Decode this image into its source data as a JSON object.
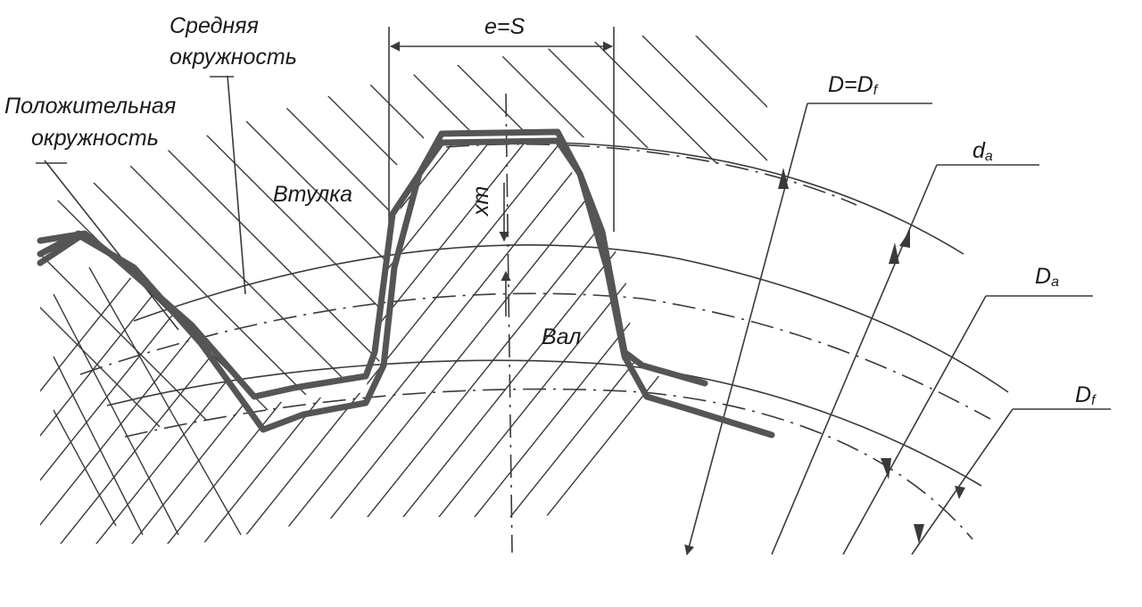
{
  "labels": {
    "mean_circle_line1": "Средняя",
    "mean_circle_line2": "окружность",
    "positive_circle_line1": "Положительная",
    "positive_circle_line2": "окружность",
    "width": "e=S",
    "bushing": "Втулка",
    "shaft": "Вал",
    "shift": "xm",
    "pitch_main": "D=D",
    "pitch_sub": "f",
    "da_main": "d",
    "da_sub": "a",
    "Da_main": "D",
    "Da_sub": "a",
    "Df_main": "D",
    "Df_sub": "f"
  },
  "colors": {
    "ink": "#3a3a3a",
    "profile": "#555555",
    "paper": "#ffffff"
  }
}
